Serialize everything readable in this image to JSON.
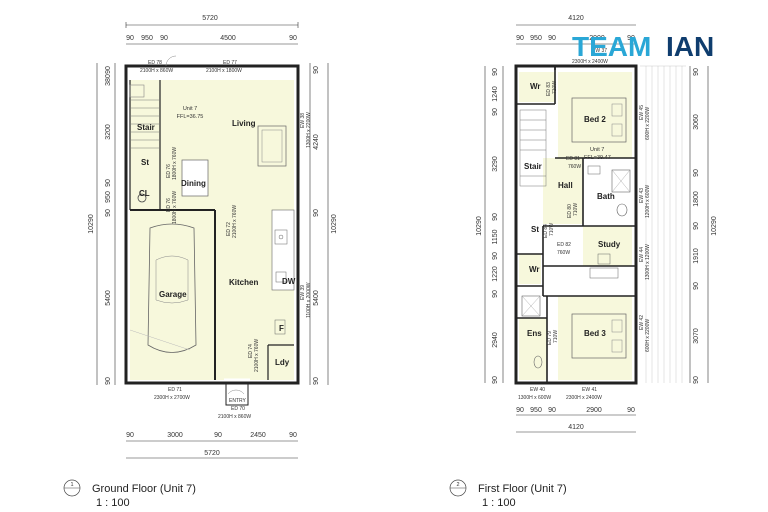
{
  "brand": {
    "team": "TEAM",
    "name": "IAN",
    "team_color": "#2aa7d6",
    "name_color": "#0f3d6e"
  },
  "ground": {
    "overall_width": "5720",
    "top_dims": [
      "90",
      "950",
      "90",
      "4500",
      "90"
    ],
    "bottom_dims": [
      "90",
      "3000",
      "90",
      "2450",
      "90"
    ],
    "bottom_total": "5720",
    "left_dims": [
      "90",
      "380",
      "3200",
      "90",
      "950",
      "90",
      "5400",
      "90"
    ],
    "left_total": "10290",
    "right_dims": [
      "90",
      "4240",
      "90",
      "5400",
      "90"
    ],
    "right_total": "10290",
    "rooms": {
      "unit": "Unit 7",
      "ffl": "FFL=36.75",
      "living": "Living",
      "stair": "Stair",
      "st": "St",
      "cl": "CL",
      "dining": "Dining",
      "garage": "Garage",
      "kitchen": "Kitchen",
      "ldy": "Ldy",
      "dw": "DW",
      "f": "F"
    },
    "tags": {
      "ed78": "ED 78",
      "ed78_size": "2100H x 860W",
      "ed77": "ED 77",
      "ed77_size": "2100H x 1800W",
      "ed76a": "ED 76",
      "ed76a_size": "1800H x 760W",
      "ed76b": "ED 76",
      "ed76b_size": "1800H x 760W",
      "ed72": "ED 72",
      "ed72_size": "2100H x 760W",
      "ew38": "EW 38",
      "ew38_size": "1300H x 2200W",
      "ew39": "EW 39",
      "ew39_size": "1100H x 2000W",
      "ed74": "ED 74",
      "ed74_size": "2100H x 760W",
      "ed71": "ED 71",
      "ed71_size": "2300H x 2700W",
      "entry": "ENTRY",
      "ed70": "ED 70",
      "ed70_size": "2100H x 860W"
    },
    "caption_num": "1",
    "caption_title": "Ground Floor (Unit 7)",
    "caption_scale": "1 : 100"
  },
  "first": {
    "overall_width": "4120",
    "top_dims": [
      "90",
      "950",
      "90",
      "2900",
      "90"
    ],
    "bottom_dims": [
      "90",
      "950",
      "90",
      "2900",
      "90"
    ],
    "bottom_total": "4120",
    "left_dims": [
      "90",
      "1240",
      "90",
      "3290",
      "90",
      "1150",
      "90",
      "1220",
      "90",
      "2940",
      "90"
    ],
    "left_total": "10290",
    "right_dims": [
      "90",
      "3060",
      "90",
      "1800",
      "90",
      "1910",
      "90",
      "3070",
      "90"
    ],
    "right_total": "10290",
    "rooms": {
      "unit": "Unit 7",
      "ffl": "FFL=39.47",
      "wr1": "Wr",
      "bed2": "Bed 2",
      "stair": "Stair",
      "hall": "Hall",
      "bath": "Bath",
      "st": "St",
      "study": "Study",
      "wr2": "Wr",
      "ens": "Ens",
      "bed3": "Bed 3"
    },
    "tags": {
      "ew37": "EW 37",
      "ew37_size": "2300H x 2400W",
      "ed83": "ED 83",
      "ed83_size": "710W",
      "ed81": "ED 81",
      "ed81_size": "760W",
      "ew45": "EW 45",
      "ew45_size": "600H x 2200W",
      "ew43": "EW 43",
      "ew43_size": "1200H x 600W",
      "ew44": "EW 44",
      "ew44_size": "1300H x 1200W",
      "ed80": "ED 80",
      "ed80_size": "710W",
      "ed82": "ED 82",
      "ed82_size": "760W",
      "ed84": "ED 84",
      "ed84_size": "710W",
      "ed79": "ED 79",
      "ed79_size": "710W",
      "ew42": "EW 42",
      "ew42_size": "600H x 2200W",
      "ew40": "EW 40",
      "ew40_size": "1300H x 600W",
      "ew41": "EW 41",
      "ew41_size": "2300H x 2400W"
    },
    "caption_num": "2",
    "caption_title": "First Floor (Unit 7)",
    "caption_scale": "1 : 100"
  }
}
